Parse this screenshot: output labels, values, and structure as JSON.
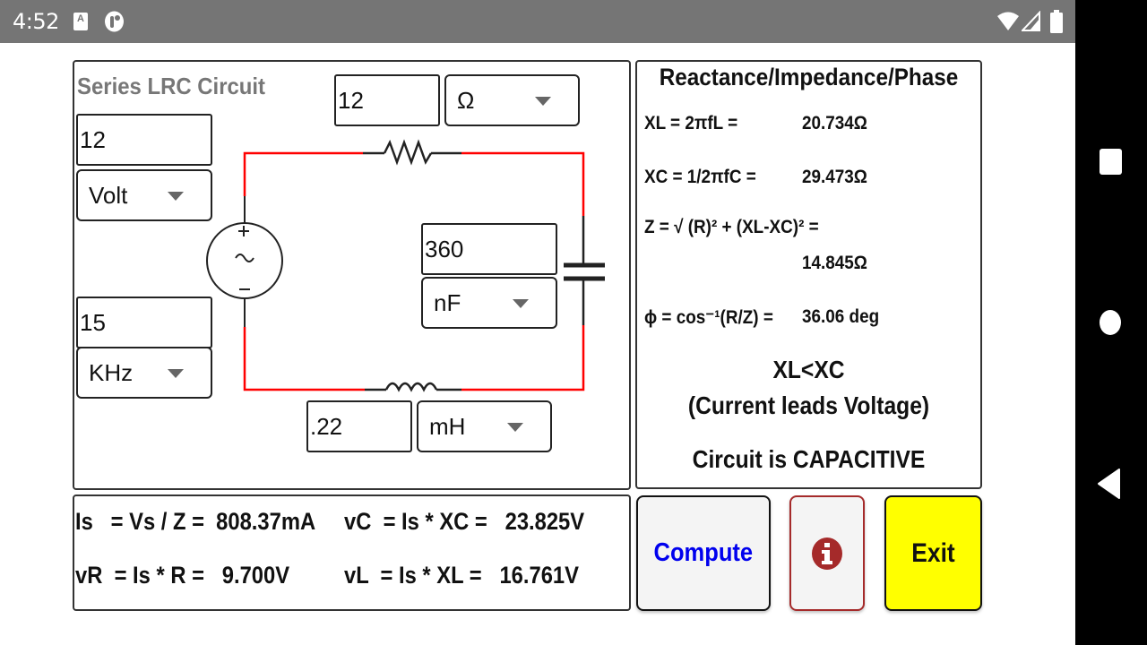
{
  "status_bar": {
    "time": "4:52",
    "icons": [
      "text-a-notification-icon",
      "c-app-notification-icon",
      "wifi-icon",
      "cell-signal-icon",
      "battery-icon"
    ]
  },
  "nav_bar": {
    "buttons": [
      "recent-apps",
      "home",
      "back"
    ]
  },
  "circuit": {
    "title": "Series LRC Circuit",
    "voltage": {
      "value": "12",
      "unit": "Volt"
    },
    "frequency": {
      "value": "15",
      "unit": "KHz"
    },
    "resistance": {
      "value": "12",
      "unit": "Ω"
    },
    "capacitance": {
      "value": "360",
      "unit": "nF"
    },
    "inductance": {
      "value": ".22",
      "unit": "mH"
    },
    "colors": {
      "wire": "#ff0000",
      "component": "#222222"
    }
  },
  "reactance": {
    "title": "Reactance/Impedance/Phase",
    "xl_label": "XL = 2πfL =",
    "xl_value": "20.734Ω",
    "xc_label": "XC = 1/2πfC =",
    "xc_value": "29.473Ω",
    "z_label": "Z =  √ (R)² + (XL-XC)² =",
    "z_value": "14.845Ω",
    "phi_label": "ϕ = cos⁻¹(R/Z) =",
    "phi_value": "36.06 deg",
    "comparison": "XL<XC",
    "lead_lag": "(Current leads Voltage)",
    "circuit_type": "Circuit is CAPACITIVE"
  },
  "results": {
    "is": "Is   = Vs / Z =  808.37mA",
    "vr": "vR  = Is * R =   9.700V",
    "vc": "vC  = Is * XC =   23.825V",
    "vl": "vL  = Is * XL =   16.761V"
  },
  "buttons": {
    "compute": "Compute",
    "info_icon": "info-icon",
    "exit": "Exit",
    "colors": {
      "compute_text": "#0000ee",
      "info": "#a52a2a",
      "exit_bg": "#ffff00"
    }
  }
}
